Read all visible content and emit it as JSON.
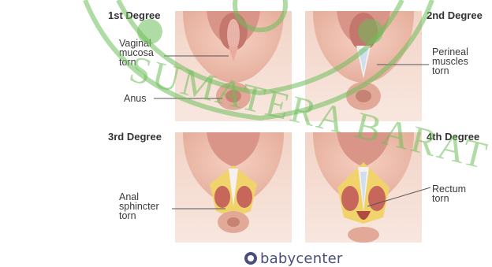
{
  "degrees": {
    "first": "1st Degree",
    "second": "2nd Degree",
    "third": "3rd Degree",
    "fourth": "4th Degree"
  },
  "labels": {
    "vaginal": "Vaginal\nmucosa\ntorn",
    "anus": "Anus",
    "perineal": "Perineal\nmuscles\ntorn",
    "anal": "Anal\nsphincter\ntorn",
    "rectum": "Rectum\ntorn"
  },
  "brand": {
    "name": "babycenter"
  },
  "watermark": {
    "text": "SUMATERA BARAT"
  },
  "colors": {
    "panel": "#f4ddd4",
    "skin": "#efc8b8",
    "tissue": "#d99a8f",
    "muscle": "#c7665a",
    "fat": "#f0d36a",
    "brand": "#4a4f7a",
    "watermark": "#6fbe5a"
  }
}
